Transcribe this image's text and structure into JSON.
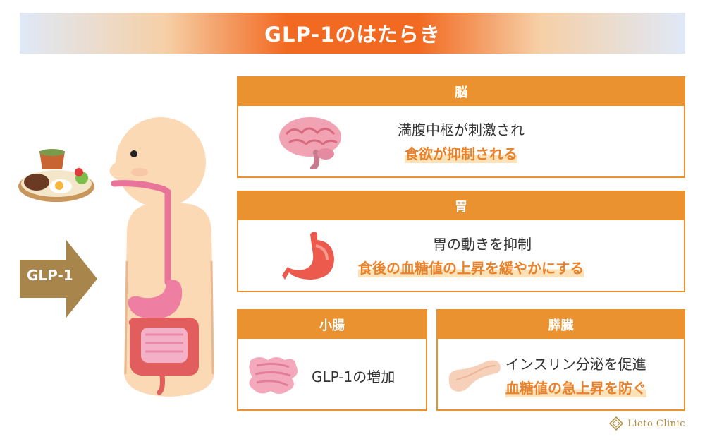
{
  "title": "GLP-1のはたらき",
  "arrow_label": "GLP-1",
  "panels": {
    "brain": {
      "header": "脳",
      "line1": "満腹中枢が刺激され",
      "line2": "食欲が抑制される",
      "icon": "brain-icon"
    },
    "stomach": {
      "header": "胃",
      "line1": "胃の動きを抑制",
      "line2": "食後の血糖値の上昇を緩やかにする",
      "icon": "stomach-icon"
    },
    "intestine": {
      "header": "小腸",
      "line1": "GLP-1の増加",
      "icon": "intestine-icon"
    },
    "pancreas": {
      "header": "膵臓",
      "line1": "インスリン分泌を促進",
      "line2": "血糖値の急上昇を防ぐ",
      "icon": "pancreas-icon"
    }
  },
  "logo": "Lieto Clinic",
  "colors": {
    "accent": "#e9922f",
    "highlight_text": "#e9822a",
    "arrow": "#a8854a",
    "title_bar": "#f26a22"
  }
}
